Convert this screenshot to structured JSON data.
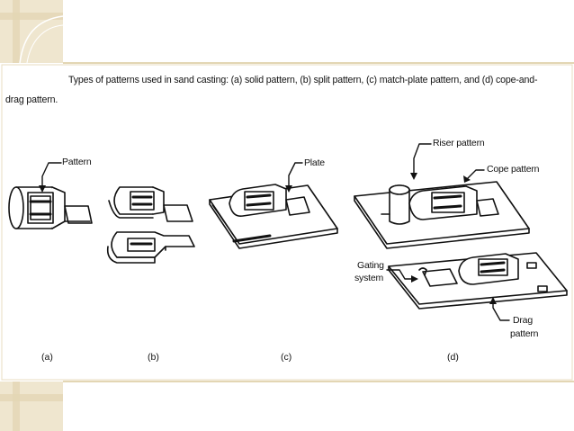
{
  "colors": {
    "accent_tan": "#e3d6b4",
    "accent_tan_light": "#efe6cf",
    "ink": "#111111",
    "paper": "#ffffff"
  },
  "caption": {
    "line1": "Types of patterns used in sand casting: (a) solid pattern, (b) split pattern, (c) match-plate pattern, and (d) cope-and-",
    "line2": "drag pattern."
  },
  "labels": {
    "pattern": "Pattern",
    "plate": "Plate",
    "riser_pattern": "Riser pattern",
    "cope_pattern": "Cope pattern",
    "gating_system_1": "Gating",
    "gating_system_2": "system",
    "drag_pattern_1": "Drag",
    "drag_pattern_2": "pattern"
  },
  "panel_labels": {
    "a": "(a)",
    "b": "(b)",
    "c": "(c)",
    "d": "(d)"
  }
}
